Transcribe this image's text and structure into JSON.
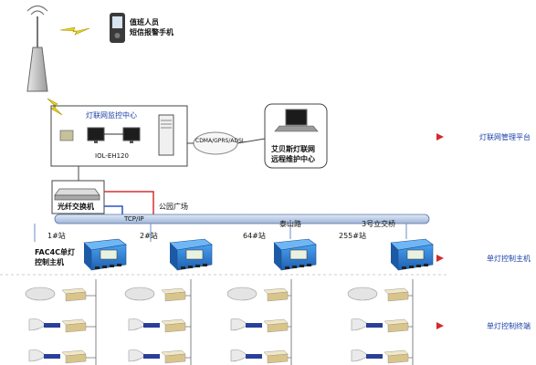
{
  "duty": {
    "line1": "值班人员",
    "line2": "短信报警手机"
  },
  "center": {
    "title": "灯联网监控中心",
    "device": "IOL-EH120"
  },
  "network": {
    "label": "CDMA/GPRS/ADSL"
  },
  "remote": {
    "line1": "艾贝斯灯联网",
    "line2": "远程维护中心"
  },
  "switch": {
    "label": "光纤交换机"
  },
  "bus": {
    "label": "TCP/IP",
    "park": "公园广场"
  },
  "sections": {
    "platform": "灯联网管理平台",
    "controller": "单灯控制主机",
    "terminal": "单灯控制终端"
  },
  "stations": [
    {
      "name": "1#站",
      "extra1": "FAC4C单灯",
      "extra2": "控制主机"
    },
    {
      "name": "2#站"
    },
    {
      "name": "64#站",
      "road": "泰山路"
    },
    {
      "name": "255#站",
      "road": "3号立交桥"
    }
  ],
  "colors": {
    "link": "#d63030",
    "network_line": "#6a8fc7",
    "section_arrow": "#d12b2b",
    "controller": "#2c7fd9"
  },
  "icons": [
    "antenna-icon",
    "lightning-icon",
    "mobile-phone-icon",
    "laptop-icon",
    "monitor-icon",
    "server-tower-icon",
    "fiber-switch-icon",
    "controller-unit-icon",
    "lamp-terminal-icon"
  ]
}
